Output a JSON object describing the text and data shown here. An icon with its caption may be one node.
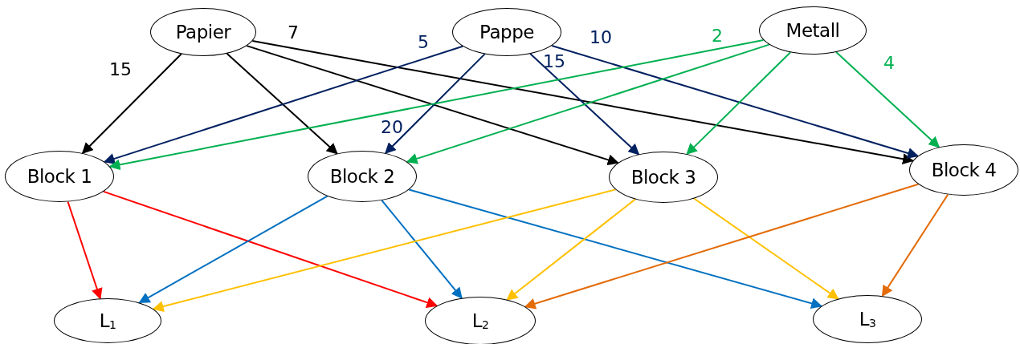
{
  "diagram": {
    "nodes": [
      {
        "text": [
          "Papier"
        ]
      },
      {
        "text": [
          "Pappe"
        ]
      },
      {
        "text": [
          "Metall"
        ]
      },
      {
        "text": [
          "Block 1"
        ]
      },
      {
        "text": [
          "Block 2"
        ]
      },
      {
        "text": [
          "Block 3"
        ]
      },
      {
        "text": [
          "Block 4"
        ]
      },
      {
        "text": [
          "L$_{1}$"
        ]
      },
      {
        "text": [
          "L$_{2}$"
        ]
      },
      {
        "text": [
          "L$_{3}$"
        ]
      }
    ],
    "edges": [
      {
        "from": 0,
        "to": 3,
        "arrow": "to",
        "label": "15",
        "color": "#000000"
      },
      {
        "from": 0,
        "to": 4,
        "arrow": "to",
        "color": "#000000"
      },
      {
        "from": 0,
        "to": 5,
        "arrow": "to",
        "color": "#000000"
      },
      {
        "from": 0,
        "to": 6,
        "arrow": "to",
        "label": "7",
        "color": "#000000"
      },
      {
        "from": 1,
        "to": 3,
        "arrow": "to",
        "label": "5",
        "color": "#002060"
      },
      {
        "from": 1,
        "to": 4,
        "arrow": "to",
        "label": "20",
        "color": "#002060"
      },
      {
        "from": 1,
        "to": 5,
        "arrow": "to",
        "label": "15",
        "color": "#002060"
      },
      {
        "from": 1,
        "to": 6,
        "arrow": "to",
        "label": "10",
        "color": "#002060"
      },
      {
        "from": 2,
        "to": 3,
        "arrow": "to",
        "label": "2",
        "color": "#00b050"
      },
      {
        "from": 2,
        "to": 4,
        "arrow": "to",
        "color": "#00b050"
      },
      {
        "from": 2,
        "to": 5,
        "arrow": "to",
        "color": "#00b050"
      },
      {
        "from": 2,
        "to": 6,
        "arrow": "to",
        "label": "4",
        "color": "#00b050"
      },
      {
        "from": 3,
        "to": 7,
        "arrow": "to",
        "color": "#ff0000"
      },
      {
        "from": 3,
        "to": 8,
        "arrow": "to",
        "color": "#ff0000"
      },
      {
        "from": 4,
        "to": 7,
        "arrow": "to",
        "color": "#0070c0"
      },
      {
        "from": 4,
        "to": 8,
        "arrow": "to",
        "color": "#0070c0"
      },
      {
        "from": 4,
        "to": 9,
        "arrow": "to",
        "color": "#0070c0"
      },
      {
        "from": 5,
        "to": 7,
        "arrow": "to",
        "color": "#ffc000"
      },
      {
        "from": 5,
        "to": 8,
        "arrow": "to",
        "color": "#ffc000"
      },
      {
        "from": 5,
        "to": 9,
        "arrow": "to",
        "color": "#ffc000"
      },
      {
        "from": 6,
        "to": 8,
        "arrow": "to",
        "color": "#e36c09"
      },
      {
        "from": 6,
        "to": 9,
        "arrow": "to",
        "color": "#e36c09"
      }
    ]
  }
}
